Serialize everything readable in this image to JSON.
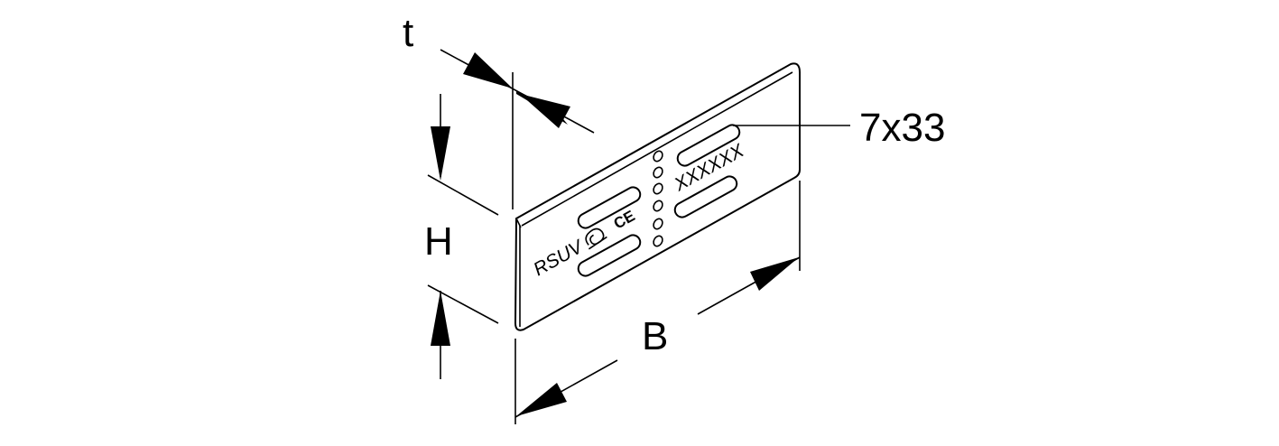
{
  "labels": {
    "thickness": "t",
    "height": "H",
    "width": "B",
    "slot": "7x33"
  },
  "markings": {
    "product": "RSUV",
    "conformity": "CE",
    "code": "XXXXXX"
  },
  "icons": [
    "approval-mark-icon",
    "ce-mark-icon"
  ]
}
